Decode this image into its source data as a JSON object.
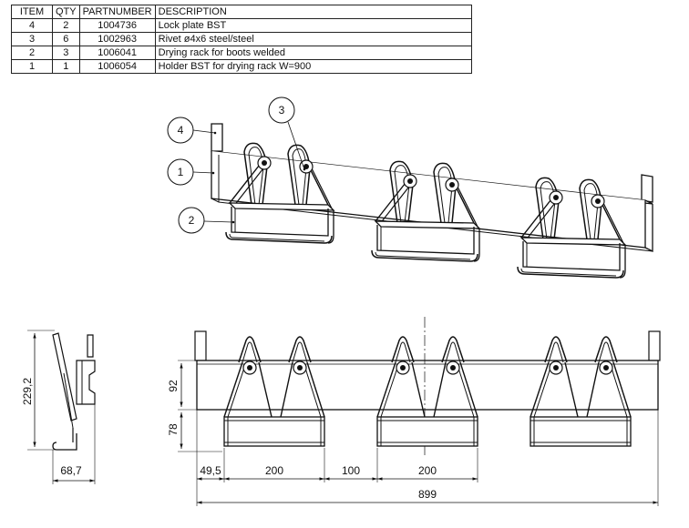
{
  "table": {
    "headers": {
      "item": "ITEM",
      "qty": "QTY",
      "partnumber": "PARTNUMBER",
      "description": "DESCRIPTION"
    },
    "rows": [
      {
        "item": "4",
        "qty": "2",
        "partnumber": "1004736",
        "description": "Lock plate BST"
      },
      {
        "item": "3",
        "qty": "6",
        "partnumber": "1002963",
        "description": "Rivet ø4x6 steel/steel"
      },
      {
        "item": "2",
        "qty": "3",
        "partnumber": "1006041",
        "description": "Drying rack for boots welded"
      },
      {
        "item": "1",
        "qty": "1",
        "partnumber": "1006054",
        "description": "Holder BST for drying rack W=900"
      }
    ]
  },
  "balloons": {
    "b1": "1",
    "b2": "2",
    "b3": "3",
    "b4": "4"
  },
  "dimensions": {
    "height_total": "229,2",
    "depth": "68,7",
    "rail_height": "92",
    "rack_height": "78",
    "offset": "49,5",
    "rack_width_1": "200",
    "gap": "100",
    "rack_width_2": "200",
    "total_width": "899"
  }
}
